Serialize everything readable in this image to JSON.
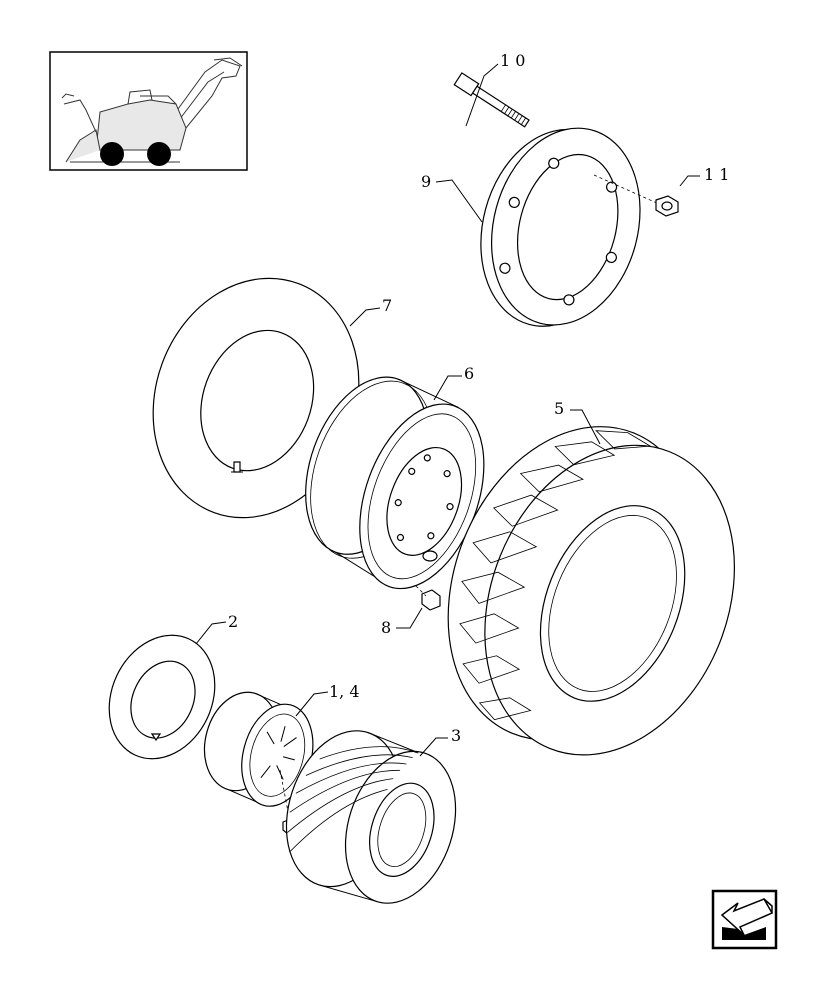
{
  "callouts": {
    "c1_4": "1, 4",
    "c2": "2",
    "c3": "3",
    "c5": "5",
    "c6": "6",
    "c7": "7",
    "c8": "8",
    "c9": "9",
    "c10": "1 0",
    "c11": "1 1"
  },
  "icons": {
    "thumbnail": "harvester-thumbnail-icon",
    "nav": "next-page-arrow-icon"
  }
}
